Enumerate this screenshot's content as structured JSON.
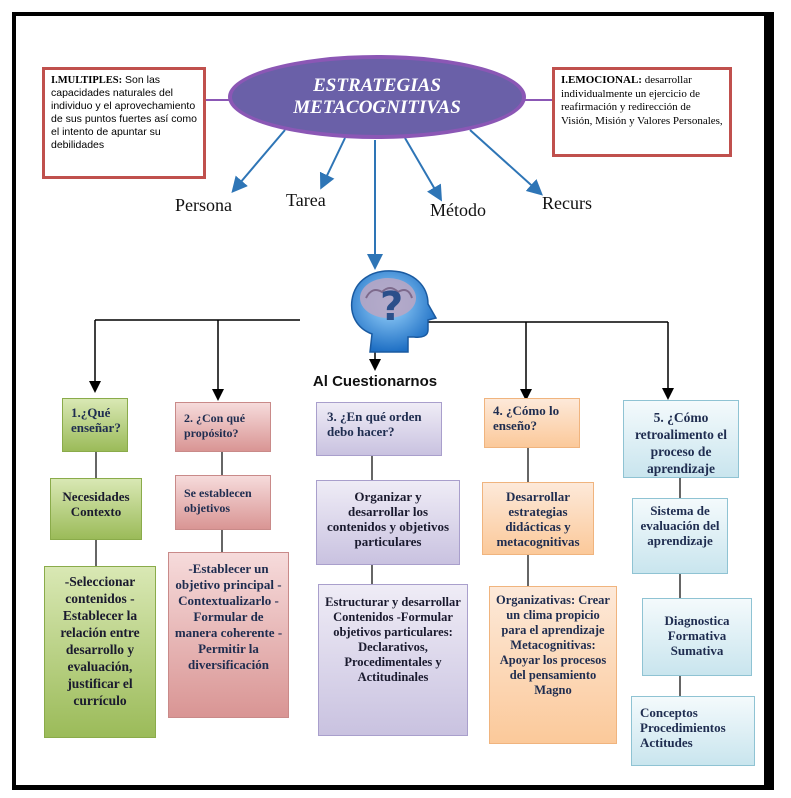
{
  "center": {
    "title_line1": "ESTRATEGIAS",
    "title_line2": "METACOGNITIVAS"
  },
  "left_note": {
    "label": "I.MULTIPLES:",
    "text": "Son las capacidades naturales del individuo y el aprovechamiento de sus puntos fuertes así como el intento de apuntar su debilidades"
  },
  "right_note": {
    "label": "I.EMOCIONAL:",
    "text": "desarrollar individualmente un ejercicio de reafirmación y redirección de Visión, Misión y Valores Personales,"
  },
  "categories": [
    "Persona",
    "Tarea",
    "Método",
    "Recurs"
  ],
  "subtitle": "Al Cuestionarnos",
  "colors": {
    "ellipse_fill": "#6a60a8",
    "ellipse_border": "#8b57b5",
    "note_border": "#c0504d",
    "arrow": "#2e75b6"
  },
  "icon": "head-with-question-mark-icon",
  "columns": [
    {
      "question": "1.¿Qué enseñar?",
      "box2": "Necesidades Contexto",
      "box3": "-Seleccionar contenidos -Establecer la relación entre desarrollo y evaluación, justificar el currículo"
    },
    {
      "question": "2. ¿Con qué propósito?",
      "box2": "Se establecen objetivos",
      "box3": "-Establecer un objetivo principal -Contextualizarlo -Formular de manera coherente -Permitir la diversificación"
    },
    {
      "question": "3. ¿En qué orden debo hacer?",
      "box2": "Organizar y desarrollar los contenidos y objetivos particulares",
      "box3": "Estructurar y desarrollar Contenidos -Formular objetivos particulares: Declarativos, Procedimentales y Actitudinales"
    },
    {
      "question": "4. ¿Cómo lo enseño?",
      "box2": "Desarrollar estrategias didácticas y metacognitivas",
      "box3": "Organizativas: Crear un clima propicio para el aprendizaje Metacognitivas: Apoyar los procesos del pensamiento Magno"
    },
    {
      "question": "5. ¿Cómo retroalimento el proceso de aprendizaje",
      "box2": "Sistema de evaluación del aprendizaje",
      "box3": "Diagnostica Formativa Sumativa",
      "box4": "Conceptos Procedimientos Actitudes"
    }
  ]
}
